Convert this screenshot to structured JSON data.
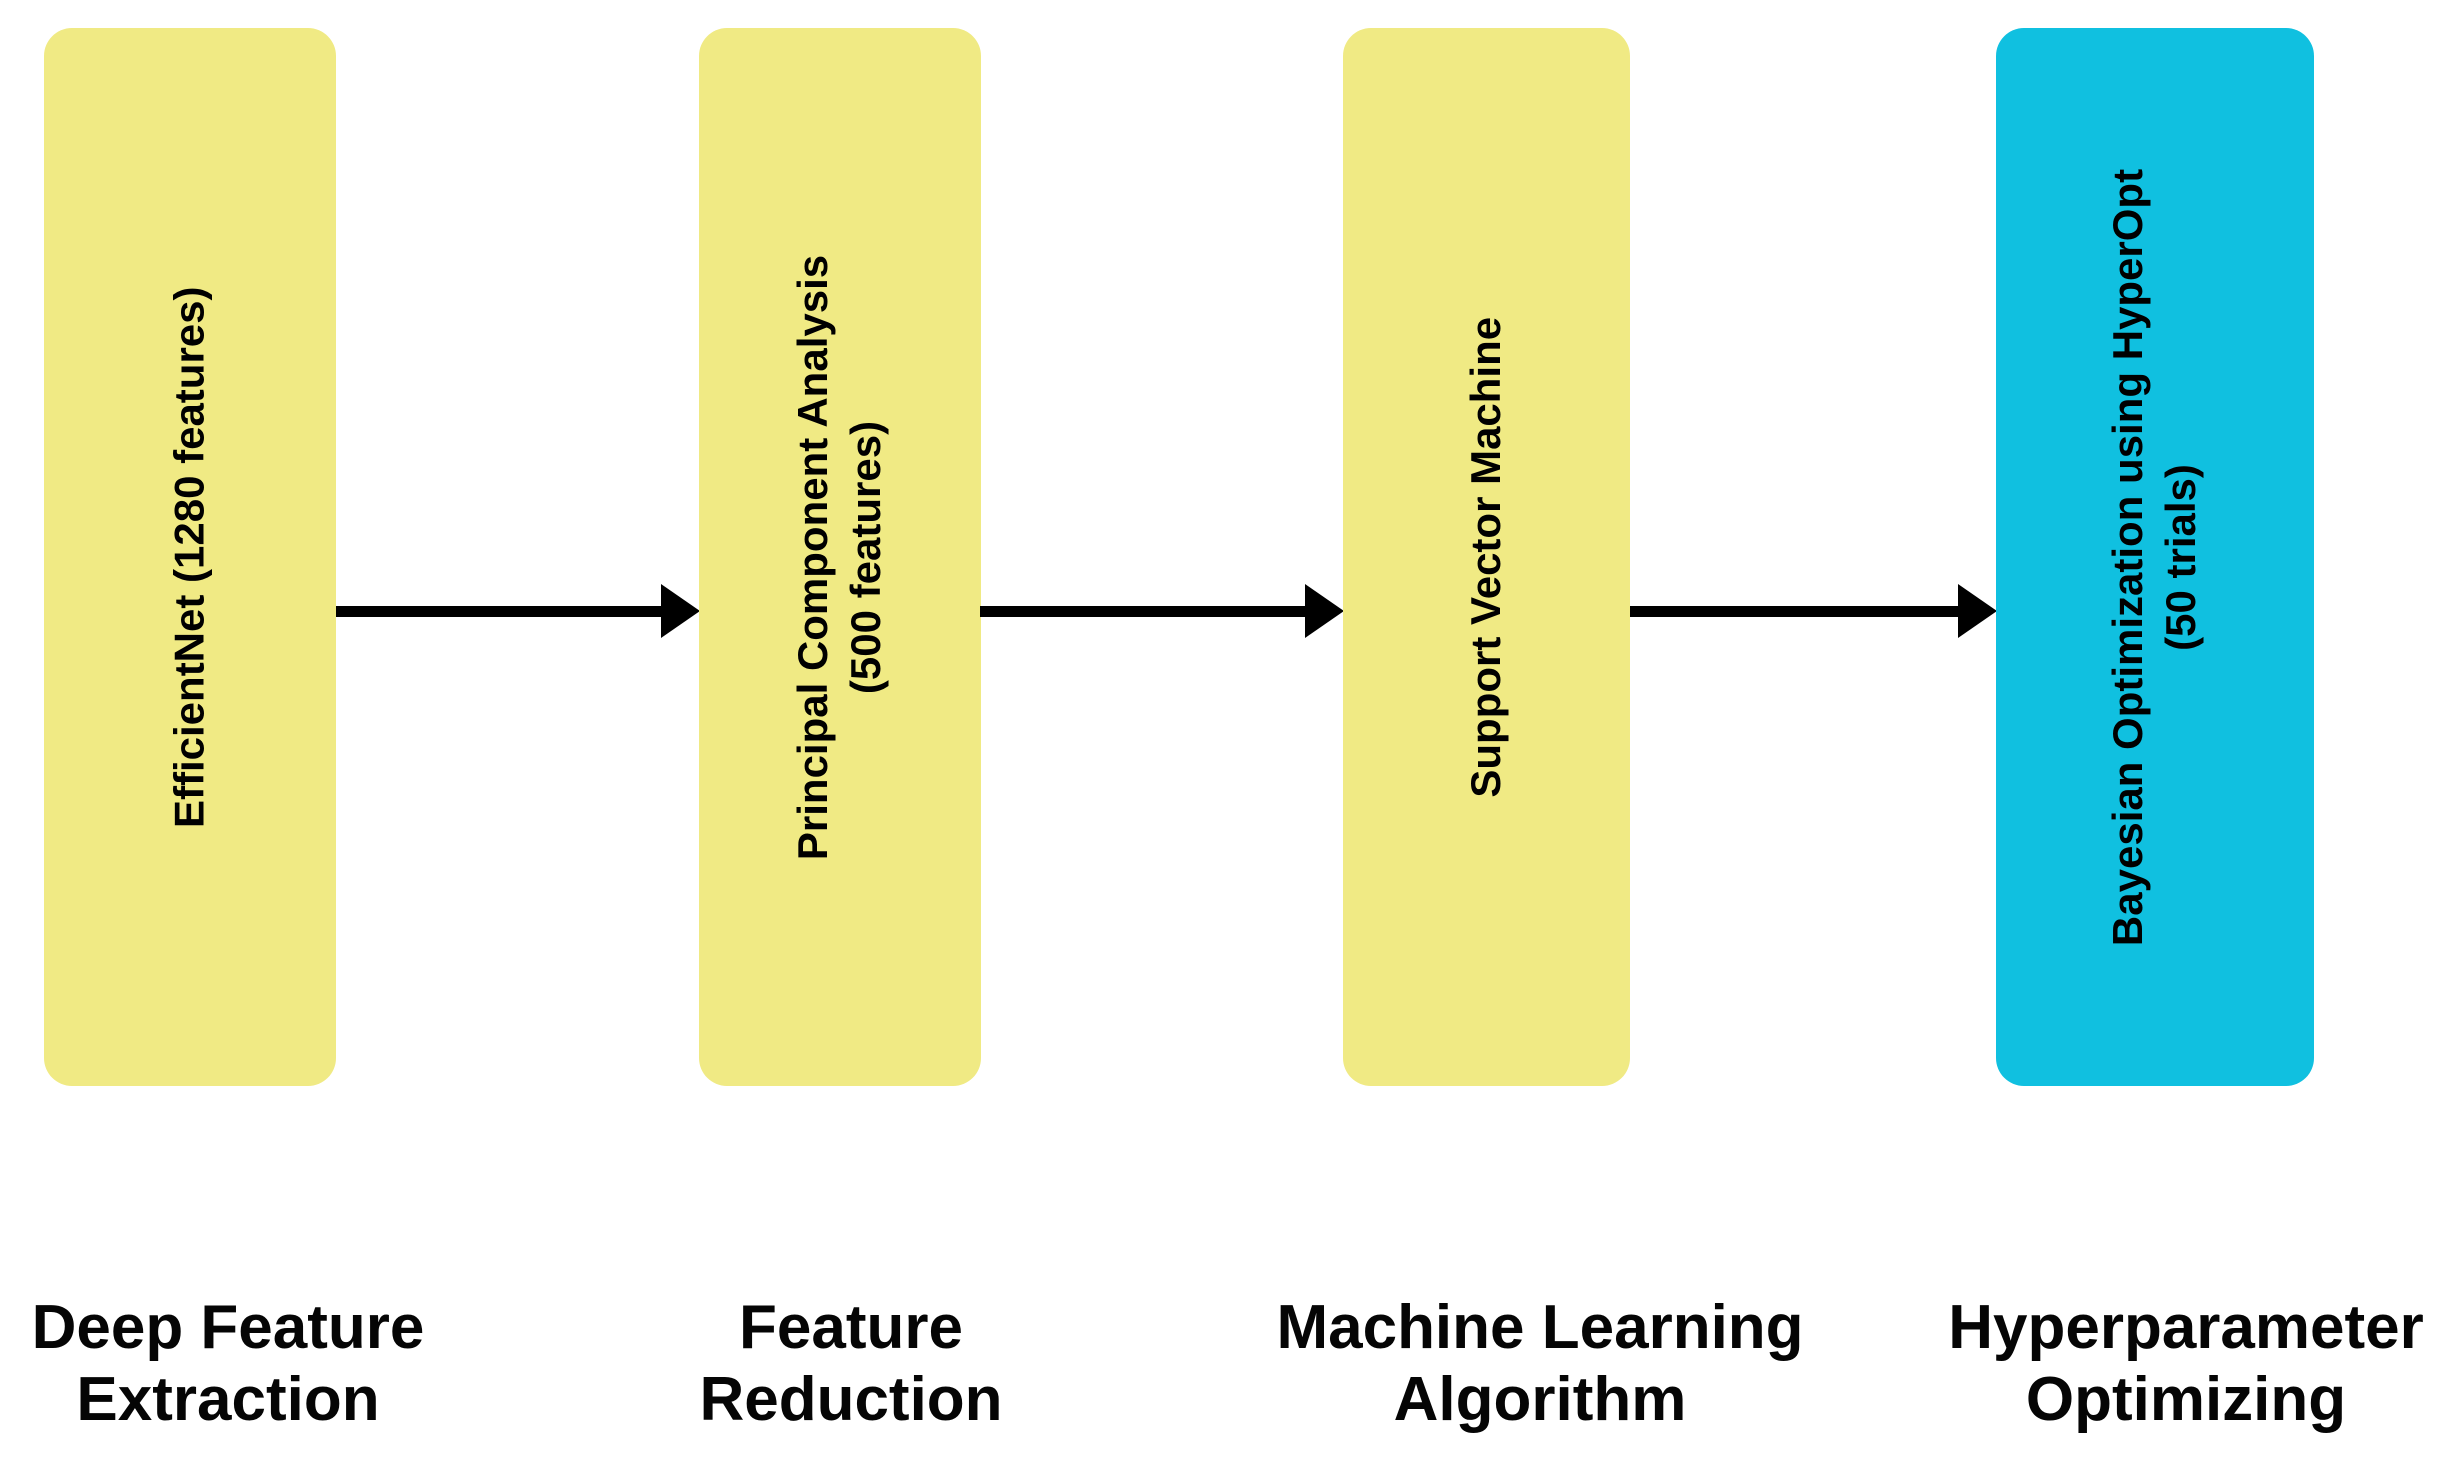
{
  "diagram": {
    "stages": [
      {
        "box_text": "EfficientNet (1280 features)",
        "label": "Deep Feature\nExtraction",
        "box_color": "#F0EA84"
      },
      {
        "box_text": "Principal Component Analysis\n(500 features)",
        "label": "Feature\nReduction",
        "box_color": "#F0EA84"
      },
      {
        "box_text": "Support Vector Machine",
        "label": "Machine Learning\nAlgorithm",
        "box_color": "#F0EA84"
      },
      {
        "box_text": "Bayesian Optimization using HyperOpt\n(50 trials)",
        "label": "Hyperparameter\nOptimizing",
        "box_color": "#10C0E0"
      }
    ],
    "arrows": {
      "count": 3,
      "color": "#000000"
    },
    "colors": {
      "background": "#FFFFFF",
      "box_yellow": "#F0EA84",
      "box_cyan": "#10C0E0",
      "text": "#000000"
    }
  }
}
